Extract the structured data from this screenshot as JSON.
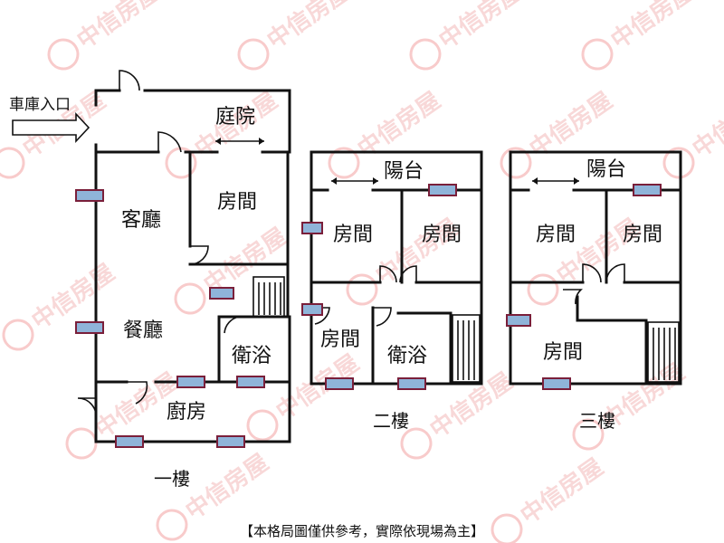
{
  "entrance_label": "車庫入口",
  "floors": [
    {
      "name": "一樓",
      "rooms": {
        "courtyard": "庭院",
        "living_room": "客廳",
        "bedroom": "房間",
        "dining_room": "餐廳",
        "bathroom": "衛浴",
        "kitchen": "廚房"
      }
    },
    {
      "name": "二樓",
      "rooms": {
        "balcony": "陽台",
        "bedroom_1": "房間",
        "bedroom_2": "房間",
        "bedroom_3": "房間",
        "bathroom": "衛浴"
      }
    },
    {
      "name": "三樓",
      "rooms": {
        "balcony": "陽台",
        "bedroom_1": "房間",
        "bedroom_2": "房間",
        "bedroom_3": "房間"
      }
    }
  ],
  "disclaimer": "【本格局圖僅供參考，實際依現場為主】",
  "watermark_text": "中信房屋",
  "colors": {
    "wall": "#111111",
    "watermark": "#f2b8b8",
    "window_glass": "#8fb4d9",
    "window_frame": "#7a1f3a"
  }
}
